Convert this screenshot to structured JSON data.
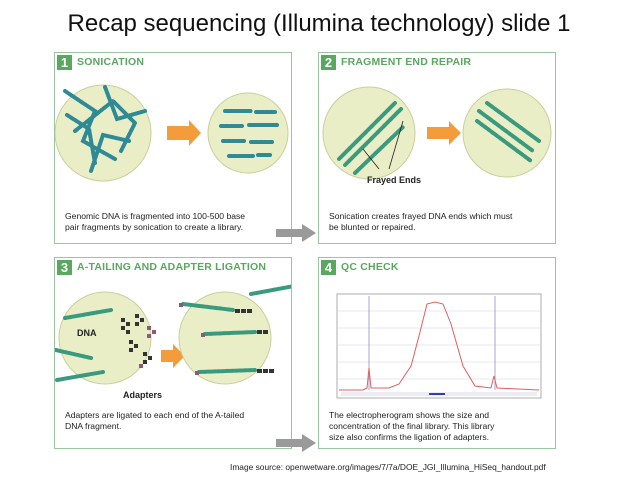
{
  "slide": {
    "title": "Recap sequencing (Illumina technology) slide 1",
    "source": "Image source: openwetware.org/images/7/7a/DOE_JGI_Illumina_HiSeq_handout.pdf"
  },
  "panels": [
    {
      "number": "1",
      "title": "SONICATION",
      "desc_lines": [
        "Genomic DNA is fragmented into 100-500 base",
        "pair fragments by sonication to create a library."
      ]
    },
    {
      "number": "2",
      "title": "FRAGMENT END REPAIR",
      "label": "Frayed Ends",
      "desc_lines": [
        "Sonication creates frayed DNA ends which must",
        "be blunted or repaired."
      ]
    },
    {
      "number": "3",
      "title": "A-TAILING AND ADAPTER LIGATION",
      "label_dna": "DNA",
      "label_adapters": "Adapters",
      "desc_lines": [
        "Adapters are ligated to each end of the A-tailed",
        "DNA fragment."
      ]
    },
    {
      "number": "4",
      "title": "QC CHECK",
      "desc_lines": [
        "The electropherogram shows the size and",
        "concentration of the final library. This library",
        "size also confirms the ligation of adapters."
      ]
    }
  ],
  "colors": {
    "accent": "#5aa75f",
    "circle": "#e9eec7",
    "dna": "#2e8a94",
    "orange": "#f39c3c",
    "gray_arrow": "#9a9a9a"
  }
}
